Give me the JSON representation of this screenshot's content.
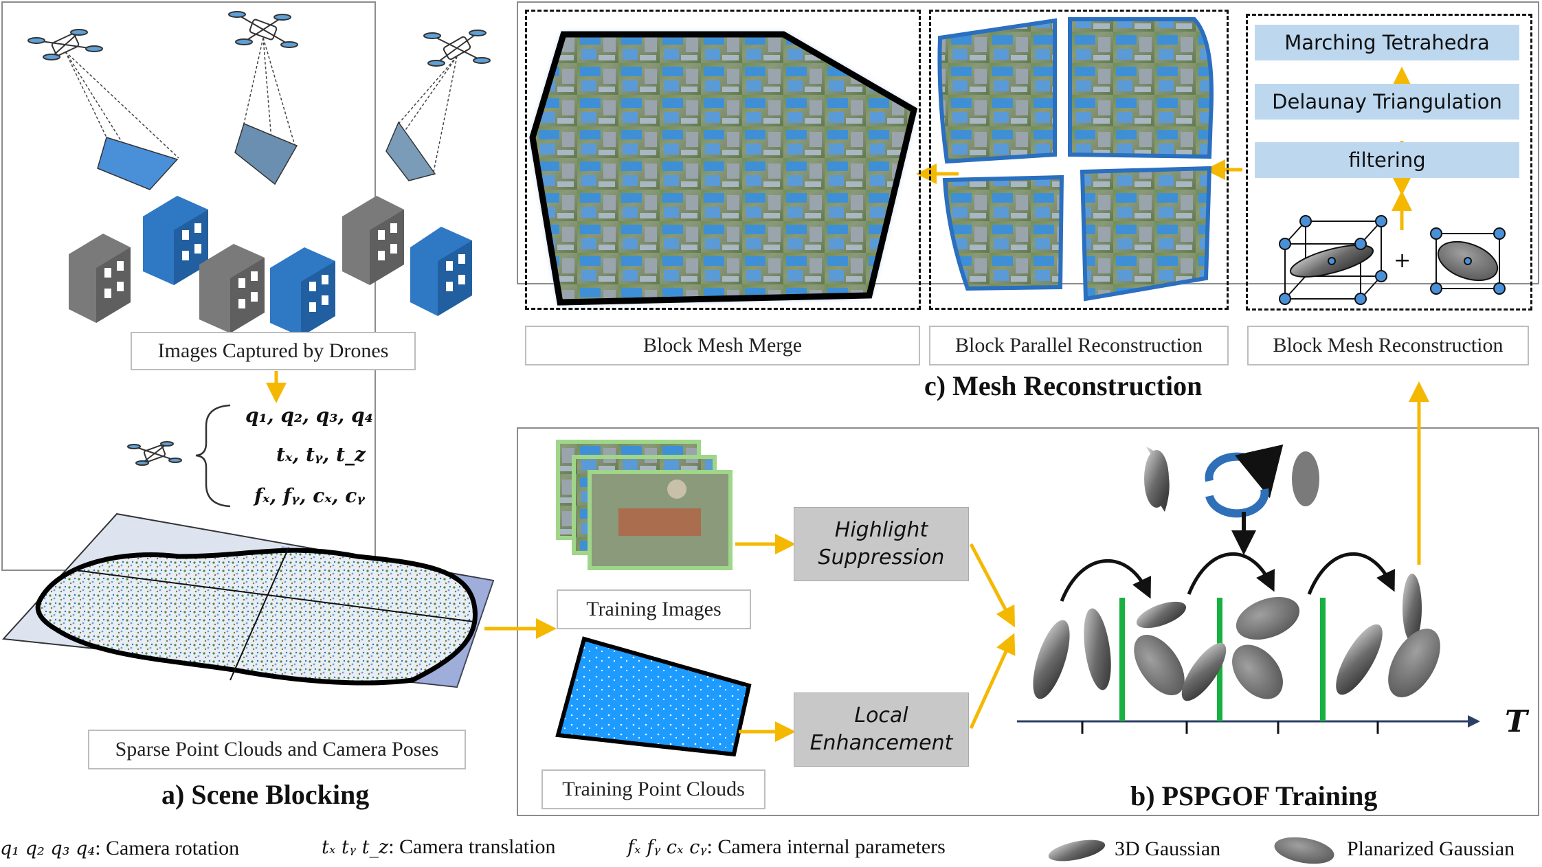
{
  "colors": {
    "arrow": "#f5b800",
    "building_blue": "#2f78c4",
    "building_gray": "#7a7a7a",
    "block_outline": "#2a6fc0",
    "step_fill": "#bdd7ee",
    "divider_green": "#18b040",
    "axis": "#2c3e66"
  },
  "panel_a": {
    "title": "a) Scene Blocking",
    "images_caption": "Images Captured by Drones",
    "pose_caption": "Sparse Point Clouds and Camera Poses",
    "pose_rotation": "q₁, q₂, q₃, q₄",
    "pose_translation": "tₓ, tᵧ, t_z",
    "pose_intrinsics": "fₓ, fᵧ, cₓ, cᵧ"
  },
  "panel_b": {
    "title": "b) PSPGOF Training",
    "training_images": "Training Images",
    "training_point_clouds": "Training Point Clouds",
    "highlight_line1": "Highlight",
    "highlight_line2": "Suppression",
    "local_line1": "Local",
    "local_line2": "Enhancement",
    "axis_label": "T"
  },
  "panel_c": {
    "title": "c) Mesh Reconstruction",
    "merge_caption": "Block Mesh Merge",
    "parallel_caption": "Block Parallel Reconstruction",
    "recon_caption": "Block Mesh Reconstruction",
    "step1": "Marching Tetrahedra",
    "step2": "Delaunay Triangulation",
    "step3": "filtering",
    "plus": "+"
  },
  "legend": {
    "rotation_symbols": "q₁ q₂ q₃ q₄",
    "rotation_label": ": Camera rotation",
    "translation_symbols": "tₓ tᵧ t_z",
    "translation_label": ": Camera translation",
    "intrinsic_symbols": "fₓ fᵧ cₓ cᵧ",
    "intrinsic_label": ": Camera internal parameters",
    "gaussian_3d": "3D Gaussian",
    "gaussian_planar": "Planarized Gaussian"
  }
}
